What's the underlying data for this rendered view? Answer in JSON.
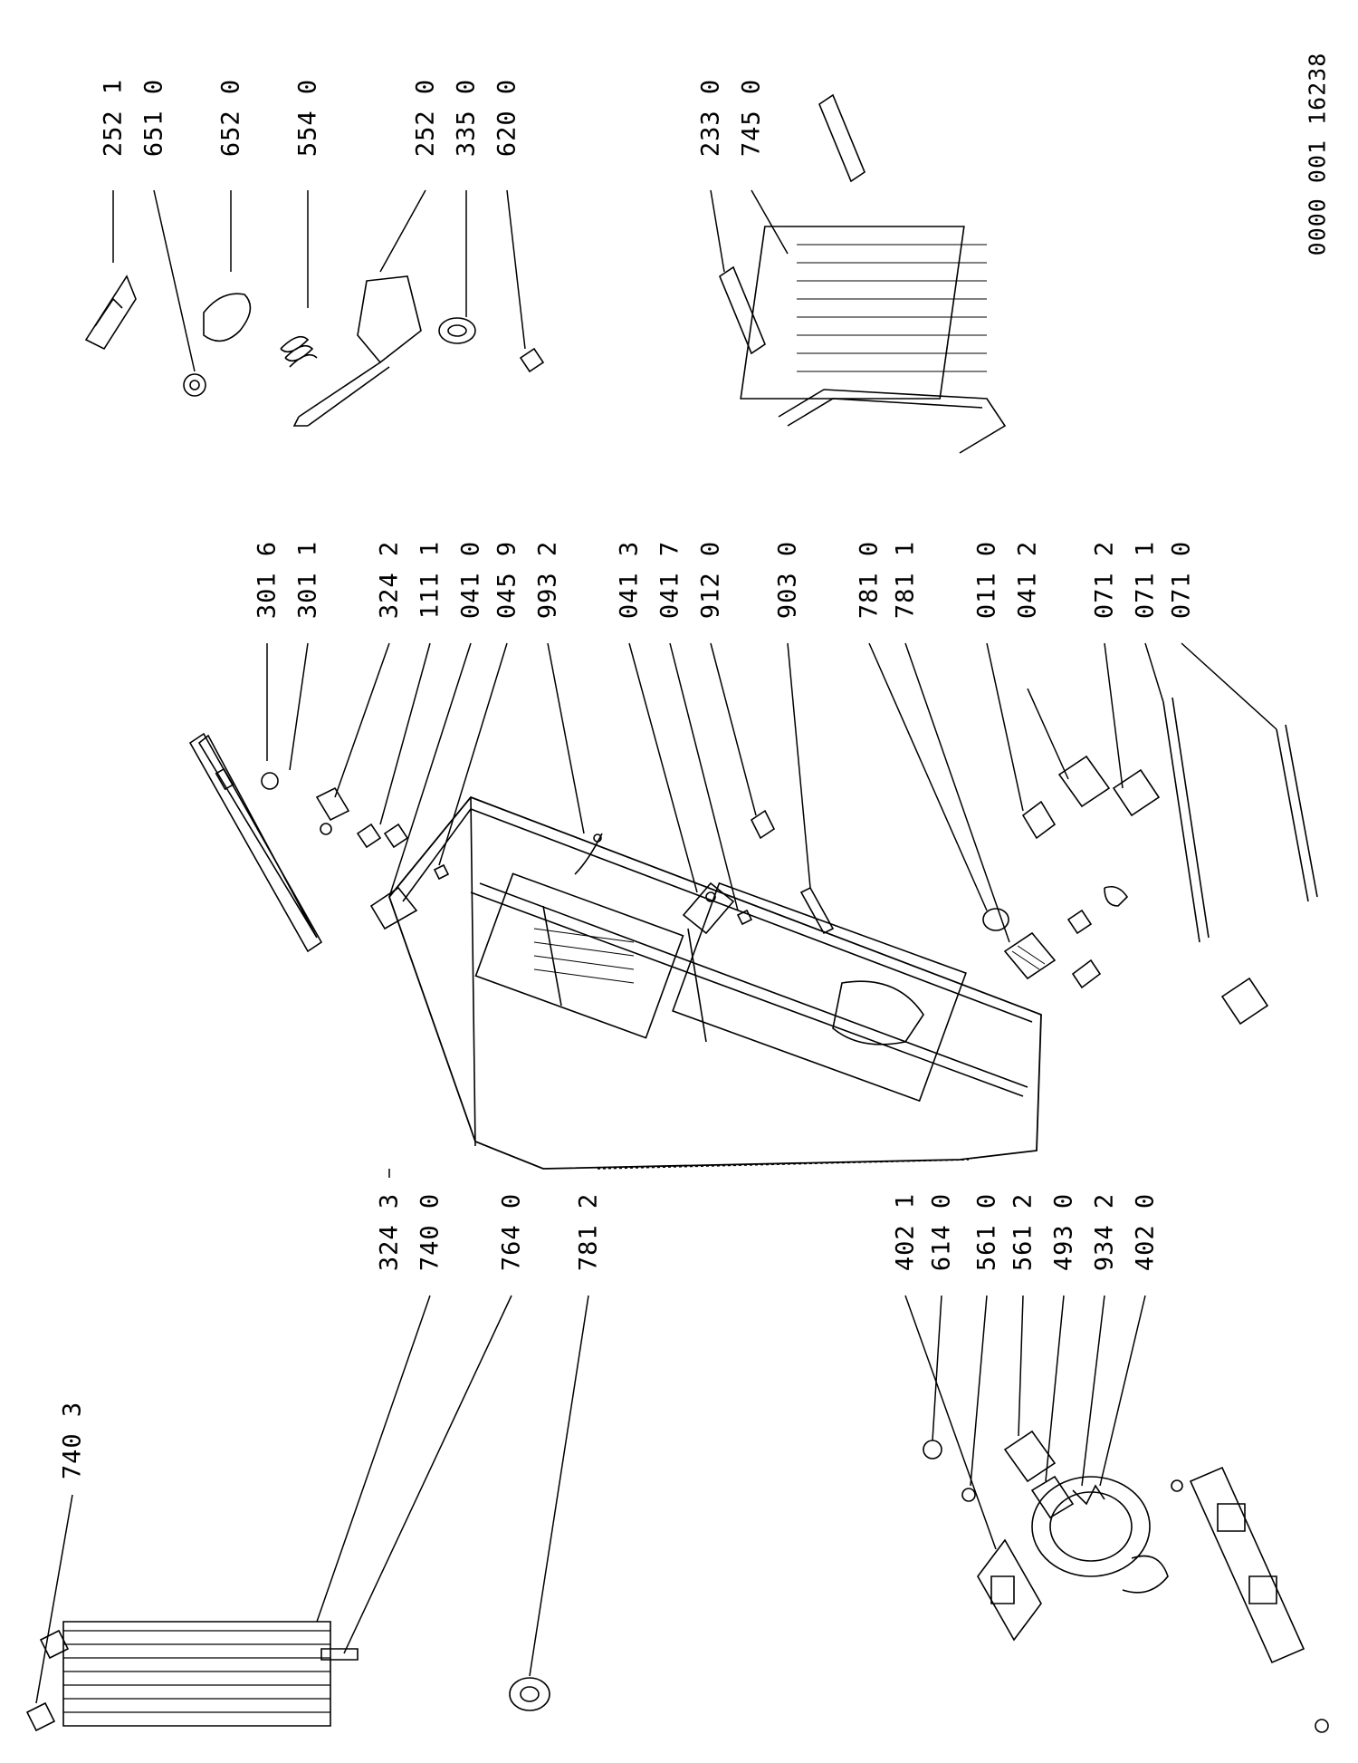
{
  "document_number": "0000 001 16238",
  "part_labels": [
    "252 1",
    "651 0",
    "652 0",
    "554 0",
    "252 0",
    "335 0",
    "620 0",
    "233 0",
    "745 0",
    "301 6",
    "301 1",
    "324 2",
    "111 1",
    "041 0",
    "045 9",
    "993 2",
    "041 3",
    "041 7",
    "912 0",
    "903 0",
    "781 0",
    "781 1",
    "011 0",
    "041 2",
    "071 2",
    "071 1",
    "071 0",
    "324 3",
    "740 0",
    "764 0",
    "781 2",
    "740 3",
    "402 1",
    "614 0",
    "561 0",
    "561 2",
    "493 0",
    "934 2",
    "402 0"
  ]
}
